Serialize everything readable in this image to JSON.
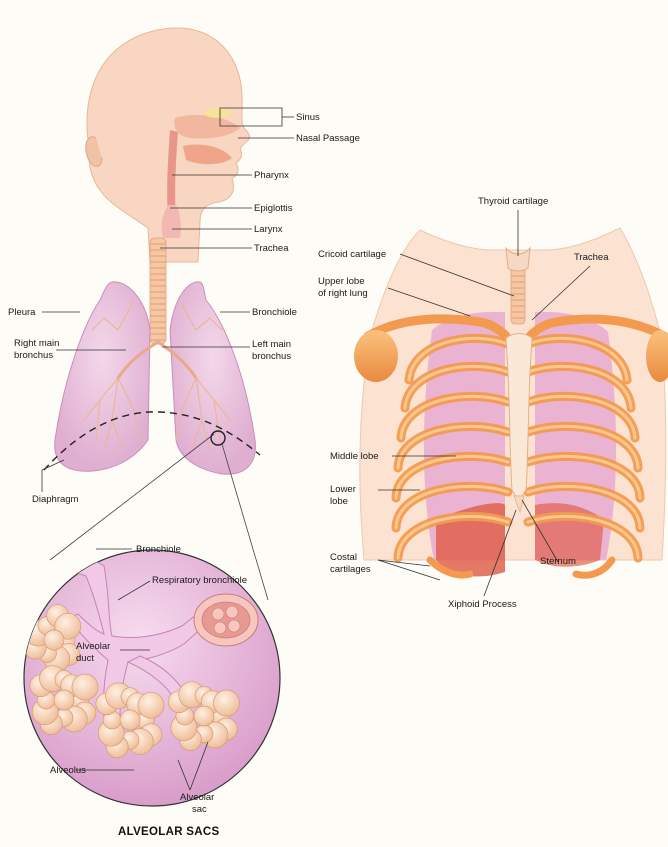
{
  "left_labels": {
    "sinus": "Sinus",
    "nasal_passage": "Nasal Passage",
    "pharynx": "Pharynx",
    "epiglottis": "Epiglottis",
    "larynx": "Larynx",
    "trachea": "Trachea",
    "pleura": "Pleura",
    "bronchiole": "Bronchiole",
    "right_main_bronchus_1": "Right main",
    "right_main_bronchus_2": "bronchus",
    "left_main_bronchus_1": "Left main",
    "left_main_bronchus_2": "bronchus",
    "diaphragm": "Diaphragm"
  },
  "alveolar_labels": {
    "bronchiole": "Bronchiole",
    "respiratory_bronchiole": "Respiratory bronchiole",
    "alveolar_duct_1": "Alveolar",
    "alveolar_duct_2": "duct",
    "alveolus": "Alveolus",
    "alveolar_sac_1": "Alveolar",
    "alveolar_sac_2": "sac",
    "caption": "ALVEOLAR SACS"
  },
  "ribcage_labels": {
    "thyroid_cartilage": "Thyroid cartilage",
    "cricoid_cartilage": "Cricoid cartilage",
    "trachea": "Trachea",
    "upper_lobe_1": "Upper lobe",
    "upper_lobe_2": "of right lung",
    "middle_lobe": "Middle lobe",
    "lower_lobe_1": "Lower",
    "lower_lobe_2": "lobe",
    "costal_cartilages_1": "Costal",
    "costal_cartilages_2": "cartilages",
    "sternum": "Sternum",
    "xiphoid_process": "Xiphoid Process"
  },
  "colors": {
    "skin": "#f7d3bd",
    "lung": "#e7bfd8",
    "bone": "#f4a35a",
    "alveoli": "#f6cfb0",
    "circle_bg": "#e7b4db"
  }
}
